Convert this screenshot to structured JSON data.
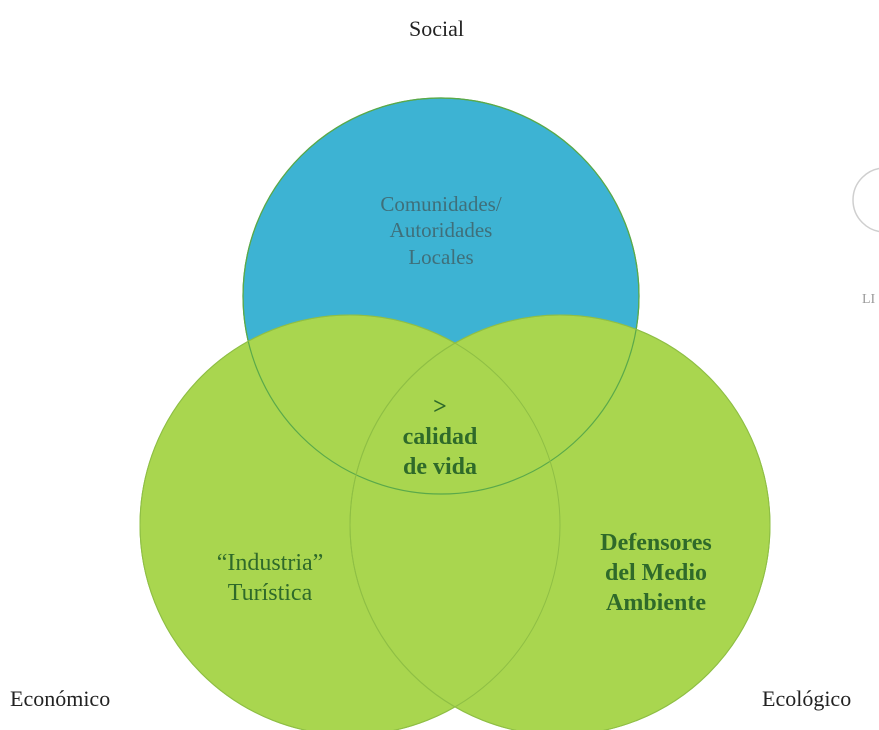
{
  "dimensions": {
    "social": "Social",
    "economico": "Económico",
    "ecologico": "Ecológico"
  },
  "circles": {
    "social": {
      "lines": [
        "Comunidades/",
        "Autoridades",
        "Locales"
      ],
      "color": "#3db3d3"
    },
    "economico": {
      "lines": [
        "“Industria”",
        "Turística"
      ],
      "color": "#a9d64f"
    },
    "ecologico": {
      "lines": [
        "Defensores",
        "del Medio",
        "Ambiente"
      ],
      "color": "#a9d64f"
    }
  },
  "center": {
    "lines": [
      ">",
      "calidad",
      "de vida"
    ]
  },
  "stamp": {
    "text": "LI"
  },
  "colors": {
    "outline": "#5aa94a",
    "overlap": "#9cce55"
  }
}
